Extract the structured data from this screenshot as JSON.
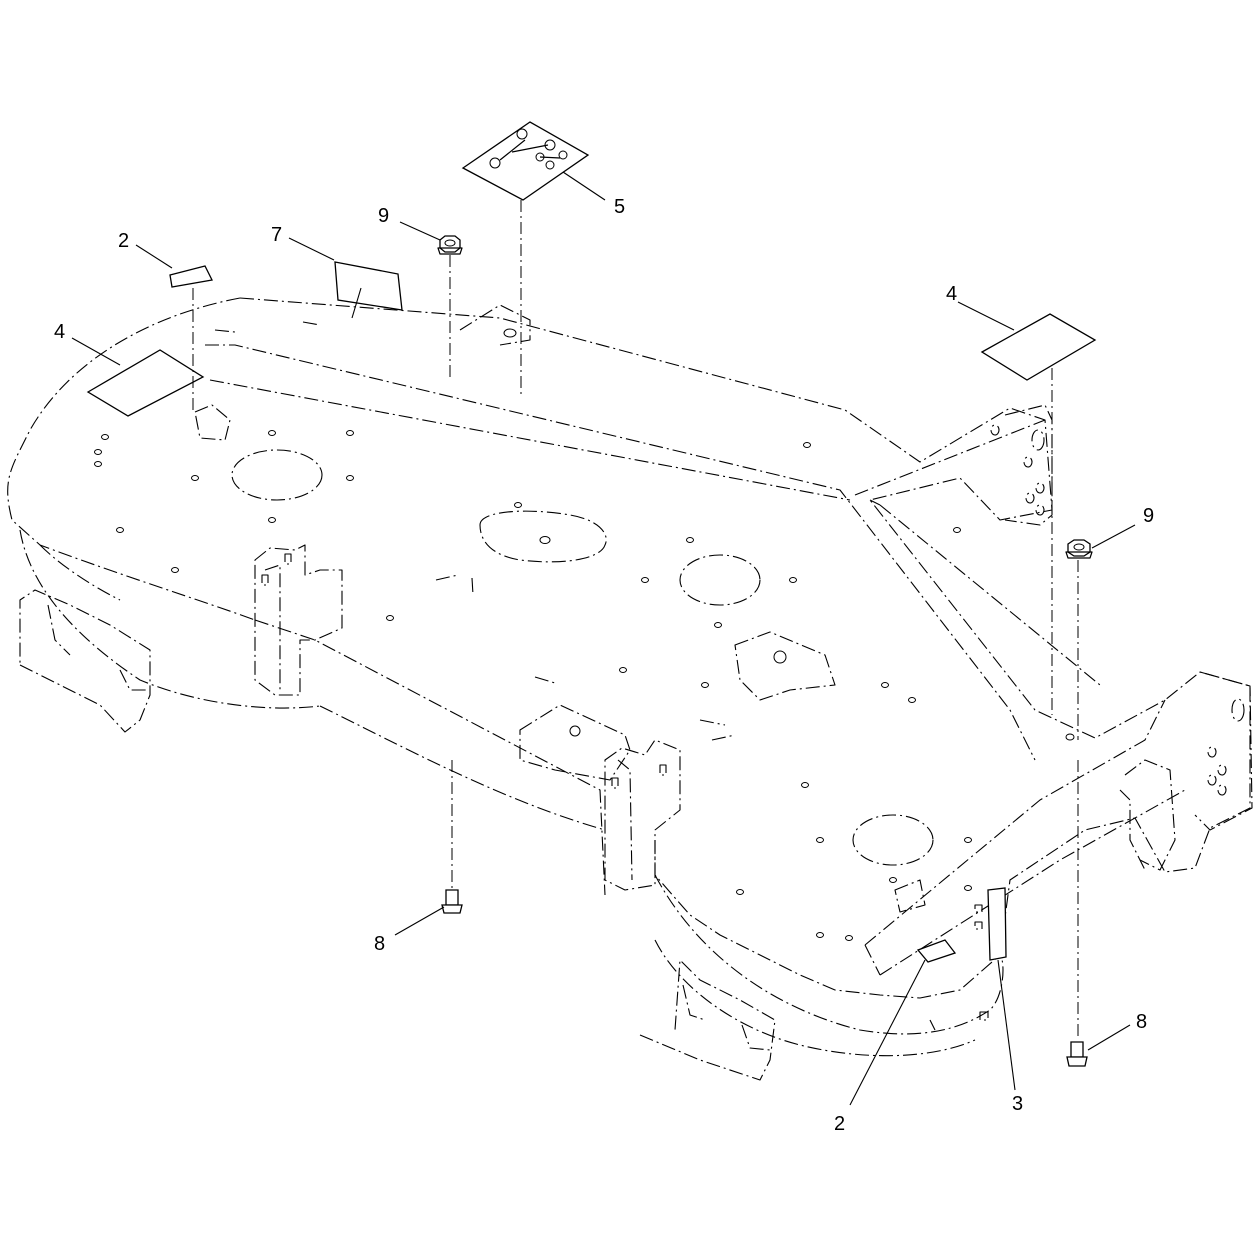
{
  "callouts": [
    {
      "id": "c-2-top",
      "text": "2"
    },
    {
      "id": "c-7",
      "text": "7"
    },
    {
      "id": "c-9-top",
      "text": "9"
    },
    {
      "id": "c-5",
      "text": "5"
    },
    {
      "id": "c-4-left",
      "text": "4"
    },
    {
      "id": "c-4-right",
      "text": "4"
    },
    {
      "id": "c-9-right",
      "text": "9"
    },
    {
      "id": "c-8-left",
      "text": "8"
    },
    {
      "id": "c-8-right",
      "text": "8"
    },
    {
      "id": "c-2-bottom",
      "text": "2"
    },
    {
      "id": "c-3",
      "text": "3"
    }
  ]
}
